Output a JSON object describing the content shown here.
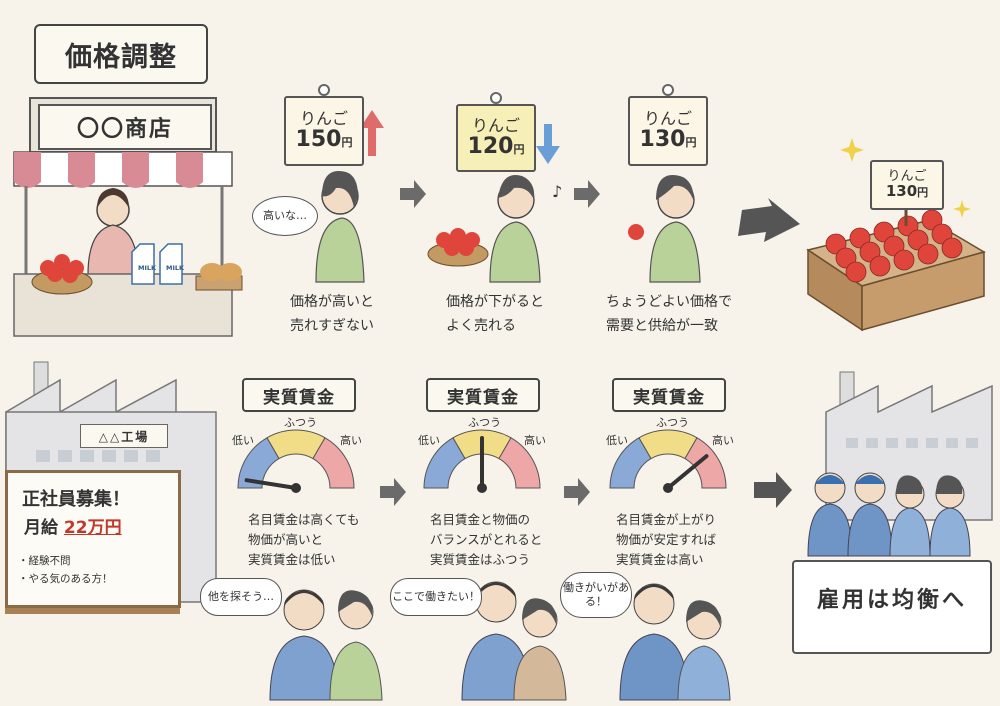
{
  "title": "価格調整",
  "shop": {
    "sign": "〇〇商店",
    "milk_label": "MILK"
  },
  "market": {
    "item_label": "りんご",
    "yen": "円",
    "panels": [
      {
        "price": "150",
        "arrow": "up",
        "bubble": "高いな…",
        "caption": [
          "価格が高いと",
          "売れすぎない"
        ]
      },
      {
        "price": "120",
        "arrow": "down",
        "bubble": "♪",
        "caption": [
          "価格が下がると",
          "よく売れる"
        ]
      },
      {
        "price": "130",
        "arrow": "none",
        "bubble": "",
        "caption": [
          "ちょうどよい価格で",
          "需要と供給が一致"
        ]
      }
    ],
    "result_tag_label": "りんご",
    "result_tag_price": "130",
    "result_tag_yen": "円"
  },
  "factory": {
    "sign": "△△工場"
  },
  "recruit_board": {
    "heading": "正社員募集！",
    "salary_prefix": "月給",
    "salary_value": "22万円",
    "items": [
      "・経験不問",
      "・やる気のある方！"
    ]
  },
  "wages": {
    "title": "実質賃金",
    "labels": {
      "low": "低い",
      "mid": "ふつう",
      "high": "高い"
    },
    "gauges": [
      {
        "needle_level": 0.05,
        "caption": [
          "名目賃金は高くても",
          "物価が高いと",
          "実質賃金は低い"
        ],
        "bubble": "他を探そう…"
      },
      {
        "needle_level": 0.5,
        "caption": [
          "名目賃金と物価の",
          "バランスがとれると",
          "実質賃金はふつう"
        ],
        "bubble": "ここで働きたい！"
      },
      {
        "needle_level": 0.78,
        "caption": [
          "名目賃金が上がり",
          "物価が安定すれば",
          "実質賃金は高い"
        ],
        "bubble": "働きがいがある！"
      }
    ]
  },
  "employment": {
    "text": "雇用は均衡へ"
  },
  "colors": {
    "blue": "#8aa9d6",
    "yellow": "#f1dc88",
    "red": "#eea7a7",
    "apple": "#e0453c",
    "arrow_gray": "#6b6b6b",
    "accent_red": "#c0392b"
  }
}
